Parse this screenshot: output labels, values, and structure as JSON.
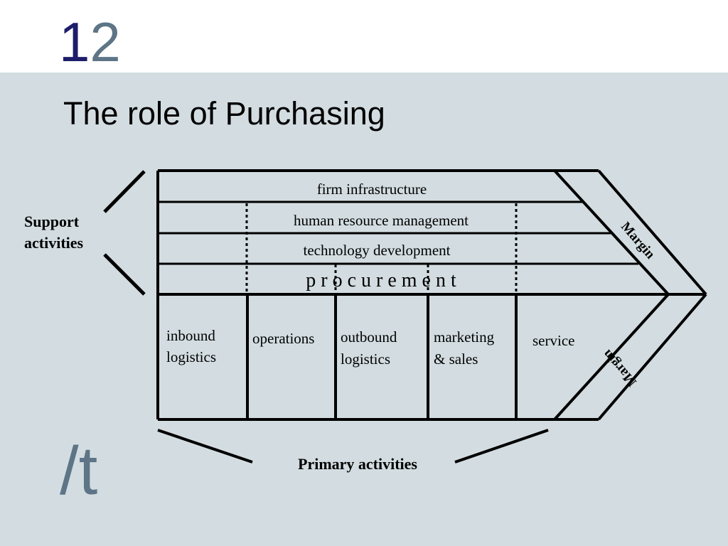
{
  "slide": {
    "number_first": "1",
    "number_second": "2",
    "title": "The role of Purchasing",
    "logo_text": "/t"
  },
  "diagram": {
    "support_label": [
      "Support",
      "activities"
    ],
    "primary_label": "Primary activities",
    "support_rows": [
      "firm infrastructure",
      "human resource management",
      "technology development",
      "p r o c u r e m e n t"
    ],
    "primary": [
      {
        "lines": [
          "inbound",
          "logistics"
        ]
      },
      {
        "lines": [
          "operations"
        ]
      },
      {
        "lines": [
          "outbound",
          "logistics"
        ]
      },
      {
        "lines": [
          "marketing",
          "& sales"
        ]
      },
      {
        "lines": [
          "service"
        ]
      }
    ],
    "margin_top": "Margin",
    "margin_bottom": "Margin"
  },
  "colors": {
    "band": "#d3dde1",
    "number_dark": "#1d1d6b",
    "number_light": "#5d7586"
  }
}
